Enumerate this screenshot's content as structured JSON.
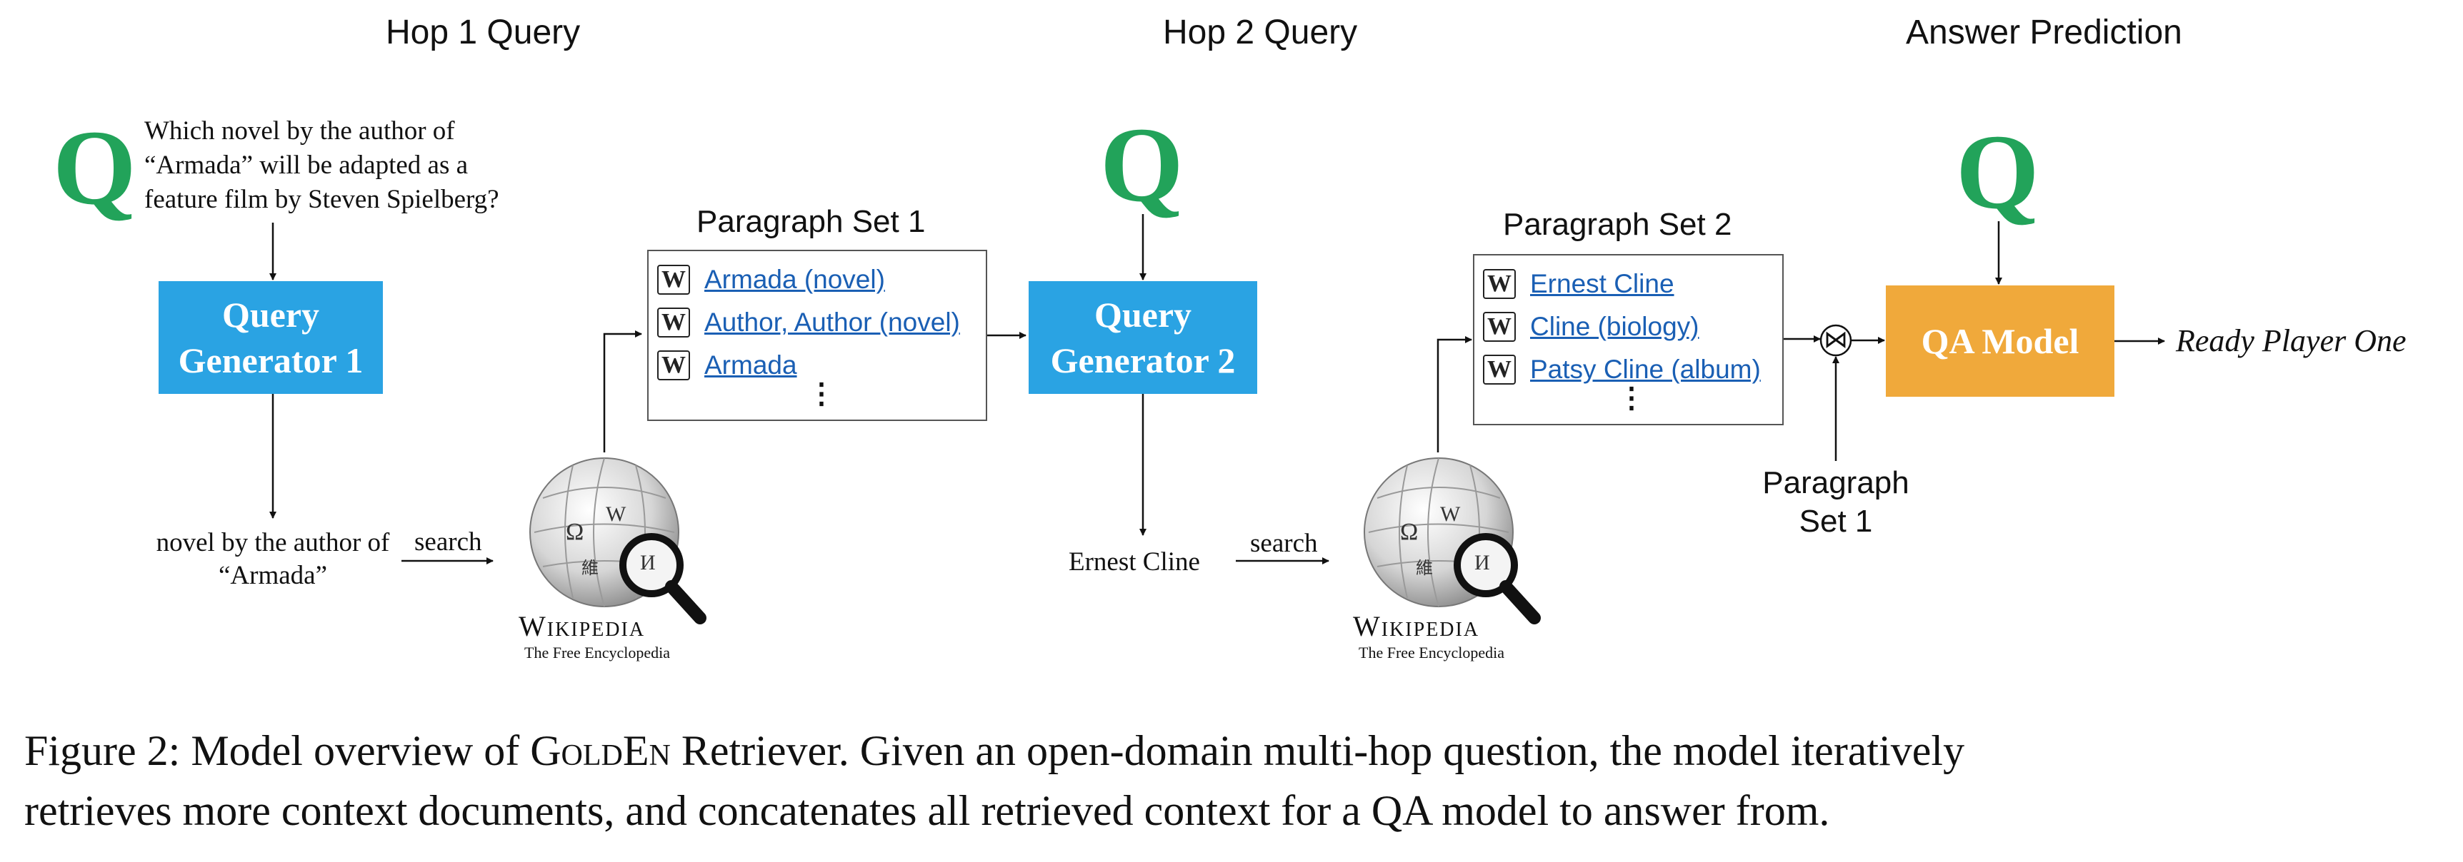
{
  "hops": [
    {
      "title": "Hop 1 Query"
    },
    {
      "title": "Hop 2 Query"
    },
    {
      "title": "Answer Prediction"
    }
  ],
  "q_symbol": "Q",
  "question": "Which novel by the author of “Armada” will be adapted as a feature film by Steven Spielberg?",
  "generators": [
    {
      "line1": "Query",
      "line2": "Generator 1"
    },
    {
      "line1": "Query",
      "line2": "Generator 2"
    }
  ],
  "queries": [
    {
      "text": "novel by the author of “Armada”"
    },
    {
      "text": "Ernest Cline"
    }
  ],
  "search_label": "search",
  "wikipedia": {
    "wordmark": "Wikipedia",
    "tagline": "The Free Encyclopedia"
  },
  "paragraph_sets": [
    {
      "title": "Paragraph Set 1",
      "items": [
        "Armada (novel)",
        "Author, Author (novel)",
        "Armada"
      ],
      "more": "⋮"
    },
    {
      "title": "Paragraph Set 2",
      "items": [
        "Ernest Cline",
        "Cline (biology)",
        "Patsy Cline (album)"
      ],
      "more": "⋮"
    }
  ],
  "wiki_item_icon": "W",
  "concat_symbol": "⋈",
  "paragraph_set_1_label": {
    "line1": "Paragraph",
    "line2": "Set 1"
  },
  "qa_model": "QA Model",
  "answer": "Ready Player One",
  "caption": {
    "prefix": "Figure 2: Model overview of ",
    "name": "GoldEn",
    "suffix": " Retriever. Given an open-domain multi-hop question, the model iteratively",
    "line2": "retrieves more context documents, and concatenates all retrieved context for a QA model to answer from."
  },
  "colors": {
    "generator": "#2aa3e3",
    "qa_model": "#f0a93b",
    "q_symbol": "#22a35a",
    "link": "#1a5fb4"
  }
}
